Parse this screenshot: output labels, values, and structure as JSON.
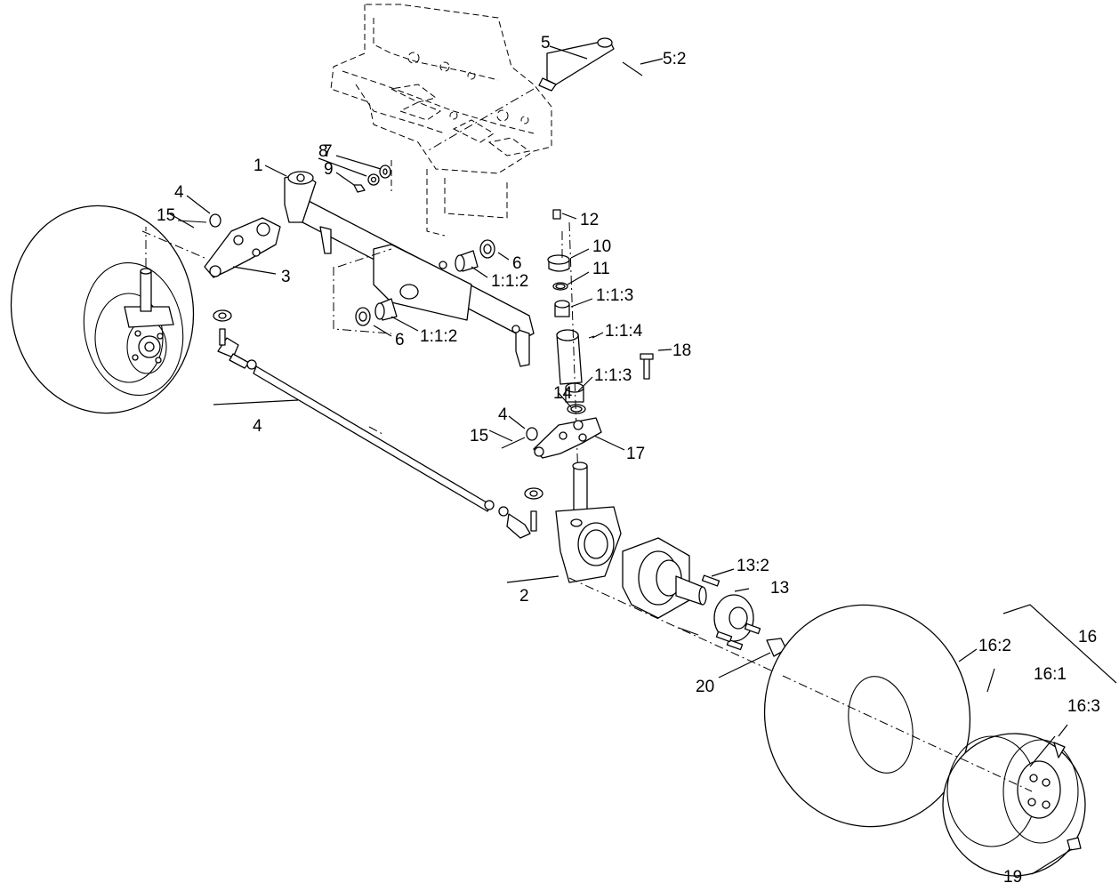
{
  "callouts": [
    {
      "id": "c1",
      "label": "1"
    },
    {
      "id": "c2",
      "label": "2"
    },
    {
      "id": "c3",
      "label": "3"
    },
    {
      "id": "c4a",
      "label": "4"
    },
    {
      "id": "c4b",
      "label": "4"
    },
    {
      "id": "c4c",
      "label": "4"
    },
    {
      "id": "c5",
      "label": "5"
    },
    {
      "id": "c52",
      "label": "5:2"
    },
    {
      "id": "c6a",
      "label": "6"
    },
    {
      "id": "c6b",
      "label": "6"
    },
    {
      "id": "c7",
      "label": "7"
    },
    {
      "id": "c8",
      "label": "8"
    },
    {
      "id": "c9",
      "label": "9"
    },
    {
      "id": "c10",
      "label": "10"
    },
    {
      "id": "c11",
      "label": "11"
    },
    {
      "id": "c12",
      "label": "12"
    },
    {
      "id": "c13",
      "label": "13"
    },
    {
      "id": "c132",
      "label": "13:2"
    },
    {
      "id": "c14",
      "label": "14"
    },
    {
      "id": "c15a",
      "label": "15"
    },
    {
      "id": "c15b",
      "label": "15"
    },
    {
      "id": "c16",
      "label": "16"
    },
    {
      "id": "c161",
      "label": "16:1"
    },
    {
      "id": "c162",
      "label": "16:2"
    },
    {
      "id": "c163",
      "label": "16:3"
    },
    {
      "id": "c17",
      "label": "17"
    },
    {
      "id": "c18",
      "label": "18"
    },
    {
      "id": "c19",
      "label": "19"
    },
    {
      "id": "c20",
      "label": "20"
    },
    {
      "id": "c112a",
      "label": "1:1:2"
    },
    {
      "id": "c112b",
      "label": "1:1:2"
    },
    {
      "id": "c113a",
      "label": "1:1:3"
    },
    {
      "id": "c113b",
      "label": "1:1:3"
    },
    {
      "id": "c114",
      "label": "1:1:4"
    }
  ]
}
